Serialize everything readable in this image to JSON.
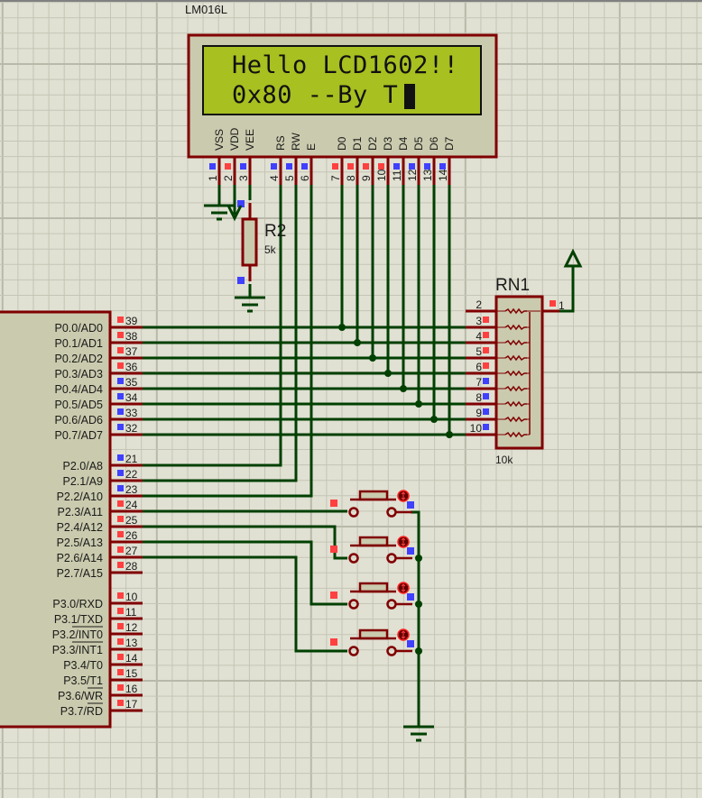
{
  "app": "Proteus ISIS schematic",
  "colors": {
    "background": "#e0e0d3",
    "grid": "#c5c5b6",
    "grid_major": "#b9b9aa",
    "component_outline": "#800000",
    "component_fill": "#cacaae",
    "wire": "#004000",
    "pin_high": "#ff4040",
    "pin_low": "#4040ff",
    "lcd_screen": "#a8c020"
  },
  "lcd": {
    "part_name": "LM016L",
    "line1": "Hello LCD1602!!",
    "line2": "0x80 --By T",
    "cursor": "block",
    "pin_labels": [
      "VSS",
      "VDD",
      "VEE",
      "RS",
      "RW",
      "E",
      "D0",
      "D1",
      "D2",
      "D3",
      "D4",
      "D5",
      "D6",
      "D7"
    ],
    "pin_numbers": [
      "1",
      "2",
      "3",
      "4",
      "5",
      "6",
      "7",
      "8",
      "9",
      "10",
      "11",
      "12",
      "13",
      "14"
    ],
    "pin_states": [
      "low",
      "high",
      "low",
      "low",
      "low",
      "low",
      "high",
      "high",
      "high",
      "high",
      "low",
      "low",
      "low",
      "low"
    ]
  },
  "resistor": {
    "ref": "R2",
    "value": "5k"
  },
  "resistor_network": {
    "ref": "RN1",
    "value": "10k",
    "common_pin": "1",
    "pins": [
      "2",
      "3",
      "4",
      "5",
      "6",
      "7",
      "8",
      "9",
      "10"
    ],
    "pin_states": [
      "none",
      "high",
      "high",
      "high",
      "high",
      "low",
      "low",
      "low",
      "low"
    ]
  },
  "mcu": {
    "port0": [
      {
        "label": "P0.0/AD0",
        "pin": "39",
        "state": "high"
      },
      {
        "label": "P0.1/AD1",
        "pin": "38",
        "state": "high"
      },
      {
        "label": "P0.2/AD2",
        "pin": "37",
        "state": "high"
      },
      {
        "label": "P0.3/AD3",
        "pin": "36",
        "state": "high"
      },
      {
        "label": "P0.4/AD4",
        "pin": "35",
        "state": "low"
      },
      {
        "label": "P0.5/AD5",
        "pin": "34",
        "state": "low"
      },
      {
        "label": "P0.6/AD6",
        "pin": "33",
        "state": "low"
      },
      {
        "label": "P0.7/AD7",
        "pin": "32",
        "state": "low"
      }
    ],
    "port2": [
      {
        "label": "P2.0/A8",
        "pin": "21",
        "state": "low"
      },
      {
        "label": "P2.1/A9",
        "pin": "22",
        "state": "low"
      },
      {
        "label": "P2.2/A10",
        "pin": "23",
        "state": "low"
      },
      {
        "label": "P2.3/A11",
        "pin": "24",
        "state": "high"
      },
      {
        "label": "P2.4/A12",
        "pin": "25",
        "state": "high"
      },
      {
        "label": "P2.5/A13",
        "pin": "26",
        "state": "high"
      },
      {
        "label": "P2.6/A14",
        "pin": "27",
        "state": "high"
      },
      {
        "label": "P2.7/A15",
        "pin": "28",
        "state": "high"
      }
    ],
    "port3": [
      {
        "label": "P3.0/RXD",
        "pin": "10",
        "state": "high"
      },
      {
        "label": "P3.1/TXD",
        "pin": "11",
        "state": "high"
      },
      {
        "label": "P3.2/INT0",
        "pin": "12",
        "state": "high",
        "overline": "INT0"
      },
      {
        "label": "P3.3/INT1",
        "pin": "13",
        "state": "high",
        "overline": "INT1"
      },
      {
        "label": "P3.4/T0",
        "pin": "14",
        "state": "high"
      },
      {
        "label": "P3.5/T1",
        "pin": "15",
        "state": "high"
      },
      {
        "label": "P3.6/WR",
        "pin": "16",
        "state": "high",
        "overline": "WR"
      },
      {
        "label": "P3.7/RD",
        "pin": "17",
        "state": "high",
        "overline": "RD"
      }
    ]
  },
  "buttons": [
    {
      "name": "button-1",
      "left_state": "high",
      "right_state": "low"
    },
    {
      "name": "button-2",
      "left_state": "high",
      "right_state": "low"
    },
    {
      "name": "button-3",
      "left_state": "high",
      "right_state": "low"
    },
    {
      "name": "button-4",
      "left_state": "high",
      "right_state": "low"
    }
  ]
}
